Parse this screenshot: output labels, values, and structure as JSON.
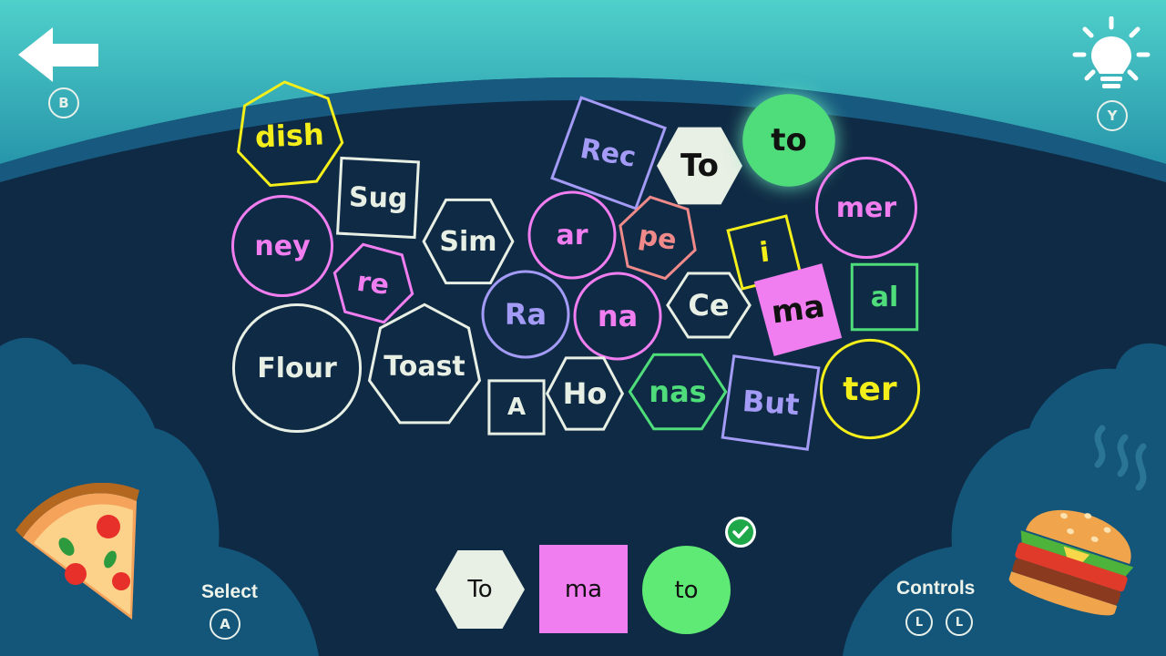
{
  "colors": {
    "background": "#0f2a44",
    "top_band": "#3ec1c4",
    "cloud_band": "#14557a",
    "white_outline": "#e8efe4",
    "yellow": "#f4ee1a",
    "violet": "#a39bf6",
    "pink": "#f07ef0",
    "salmon": "#f08a8a",
    "green": "#4fdc7a",
    "selected_fill_green": "#5eea74",
    "selected_fill_pink": "#f07ef0",
    "selected_fill_white": "#e8efe4"
  },
  "header": {
    "back_icon": "back-arrow-icon",
    "back_button_badge": "B",
    "hint_icon": "lightbulb-icon",
    "hint_button_badge": "Y"
  },
  "tiles": [
    {
      "text": "dish",
      "shape": "heptagon",
      "style": "outline",
      "color": "yellow"
    },
    {
      "text": "Sug",
      "shape": "square",
      "style": "outline",
      "color": "white"
    },
    {
      "text": "ney",
      "shape": "circle",
      "style": "outline",
      "color": "pink"
    },
    {
      "text": "Sim",
      "shape": "hexagon",
      "style": "outline",
      "color": "white"
    },
    {
      "text": "Rec",
      "shape": "square",
      "style": "outline",
      "color": "violet"
    },
    {
      "text": "To",
      "shape": "hexagon",
      "style": "filled",
      "color": "white"
    },
    {
      "text": "to",
      "shape": "circle",
      "style": "filled",
      "color": "green",
      "glow": true
    },
    {
      "text": "mer",
      "shape": "circle",
      "style": "outline",
      "color": "pink"
    },
    {
      "text": "ar",
      "shape": "circle",
      "style": "outline",
      "color": "pink"
    },
    {
      "text": "pe",
      "shape": "hexagon",
      "style": "outline",
      "color": "salmon"
    },
    {
      "text": "i",
      "shape": "square",
      "style": "outline",
      "color": "yellow"
    },
    {
      "text": "re",
      "shape": "hexagon",
      "style": "outline",
      "color": "pink"
    },
    {
      "text": "Ra",
      "shape": "circle",
      "style": "outline",
      "color": "violet"
    },
    {
      "text": "na",
      "shape": "circle",
      "style": "outline",
      "color": "pink"
    },
    {
      "text": "Ce",
      "shape": "hexagon",
      "style": "outline",
      "color": "white"
    },
    {
      "text": "ma",
      "shape": "square",
      "style": "filled",
      "color": "pink"
    },
    {
      "text": "al",
      "shape": "square",
      "style": "outline",
      "color": "green"
    },
    {
      "text": "Flour",
      "shape": "circle",
      "style": "outline",
      "color": "white"
    },
    {
      "text": "Toast",
      "shape": "heptagon",
      "style": "outline",
      "color": "white"
    },
    {
      "text": "A",
      "shape": "square",
      "style": "outline",
      "color": "white"
    },
    {
      "text": "Ho",
      "shape": "hexagon",
      "style": "outline",
      "color": "white"
    },
    {
      "text": "nas",
      "shape": "hexagon",
      "style": "outline",
      "color": "green"
    },
    {
      "text": "But",
      "shape": "square",
      "style": "outline",
      "color": "violet"
    },
    {
      "text": "ter",
      "shape": "circle",
      "style": "outline",
      "color": "yellow"
    }
  ],
  "answer": {
    "parts": [
      {
        "text": "To",
        "shape": "hexagon",
        "color": "white"
      },
      {
        "text": "ma",
        "shape": "square",
        "color": "pink"
      },
      {
        "text": "to",
        "shape": "circle",
        "color": "green"
      }
    ],
    "status_icon": "checkmark-icon"
  },
  "footer": {
    "select_label": "Select",
    "select_badge": "A",
    "controls_label": "Controls",
    "controls_badges": [
      "L",
      "L"
    ],
    "left_decoration": "pizza-slice-icon",
    "right_decoration": "burger-icon"
  }
}
